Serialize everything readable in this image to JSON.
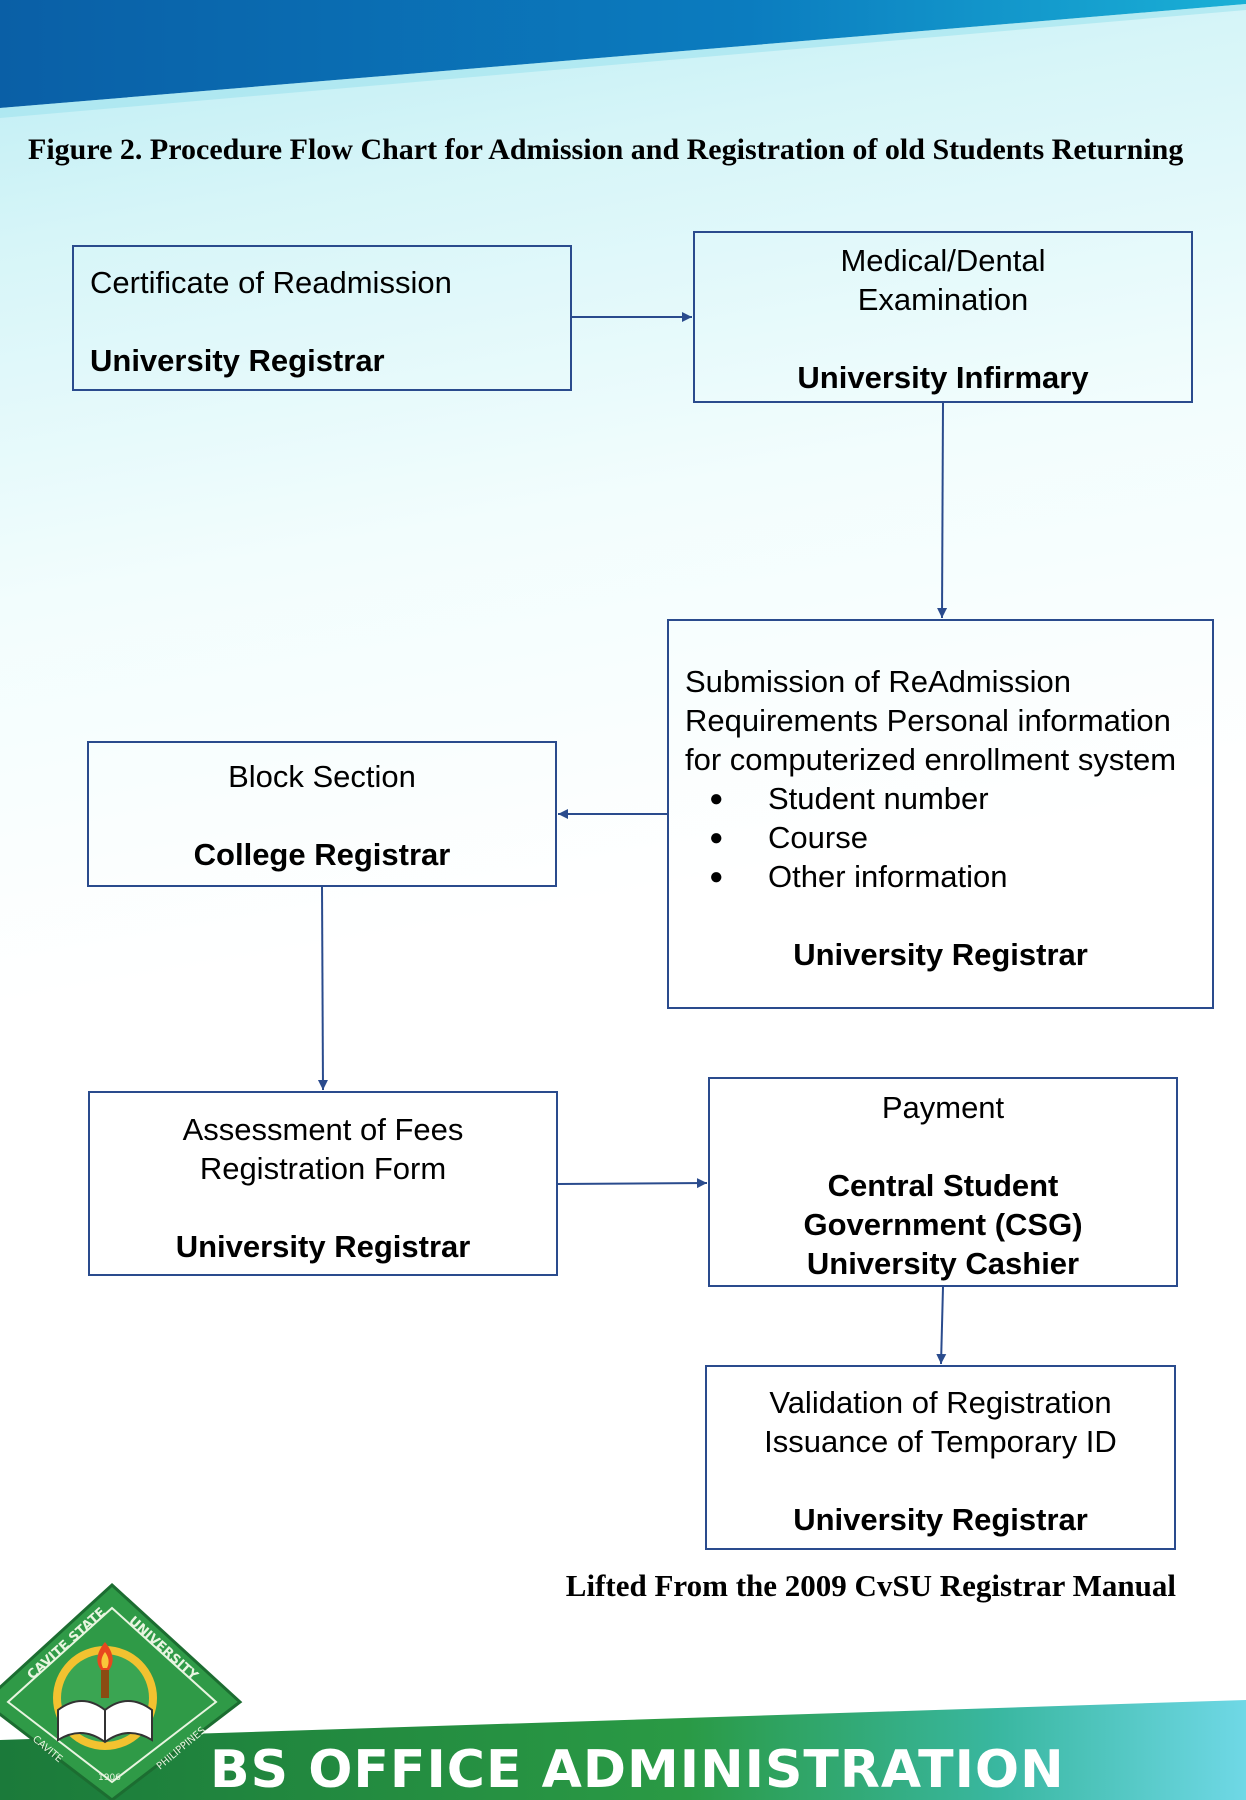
{
  "figure_title": "Figure 2. Procedure Flow Chart for Admission and Registration of old Students Returning",
  "steps": {
    "readmission": {
      "label": "Certificate of Readmission",
      "office": "University Registrar"
    },
    "medical": {
      "label_line1": "Medical/Dental",
      "label_line2": "Examination",
      "office": "University Infirmary"
    },
    "submission": {
      "label_line1": "Submission of ReAdmission",
      "label_line2": "Requirements Personal information",
      "label_line3": "for computerized enrollment system",
      "bullets": [
        "Student number",
        "Course",
        "Other information"
      ],
      "office": "University Registrar"
    },
    "block": {
      "label": "Block Section",
      "office": "College Registrar"
    },
    "assessment": {
      "label_line1": "Assessment of Fees",
      "label_line2": "Registration Form",
      "office": "University Registrar"
    },
    "payment": {
      "label": "Payment",
      "office_line1": "Central Student",
      "office_line2": "Government (CSG)",
      "office_line3": "University Cashier"
    },
    "validation": {
      "label_line1": "Validation of Registration",
      "label_line2": "Issuance of Temporary ID",
      "office": "University Registrar"
    }
  },
  "source_note": "Lifted From the 2009 CvSU Registrar Manual",
  "footer": {
    "program": "BS OFFICE ADMINISTRATION",
    "seal_ring_left": "CAVITE STATE",
    "seal_ring_right": "UNIVERSITY",
    "seal_bottom_left": "CAVITE",
    "seal_bottom_right": "PHILIPPINES",
    "seal_year": "1906"
  },
  "colors": {
    "box_border": "#2a4b8d",
    "arrow": "#2a4b8d",
    "header_blue": "#0a5fa6",
    "footer_green": "#1f8a3c"
  }
}
